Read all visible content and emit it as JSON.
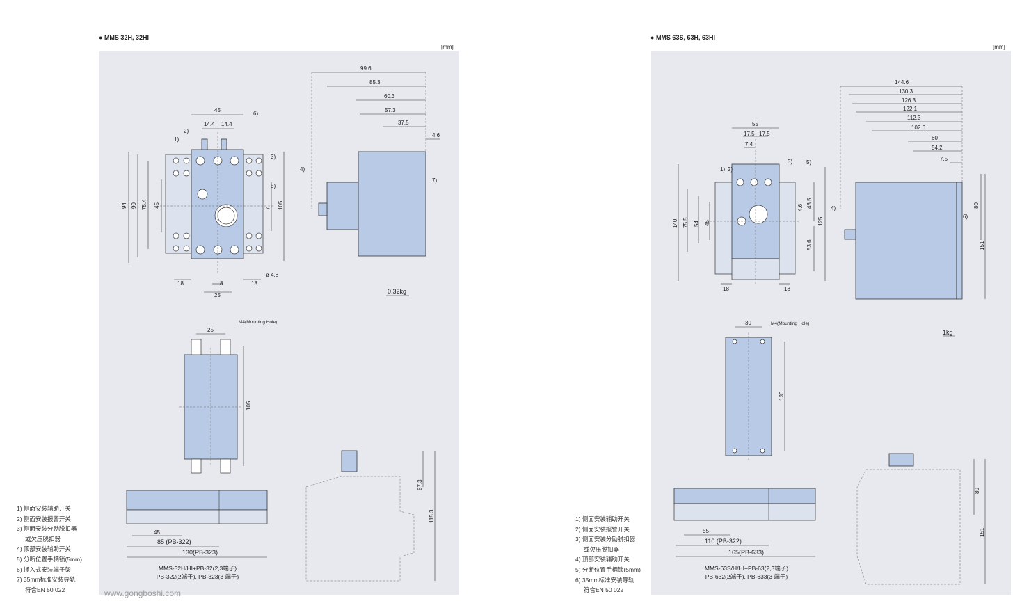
{
  "left": {
    "title": "MMS 32H, 32HI",
    "unit": "[mm]",
    "front_dims": [
      "45",
      "14.4",
      "14.4",
      "6)",
      "2)",
      "1)",
      "3)",
      "5)",
      "94",
      "90",
      "75.4",
      "45",
      "7",
      "105",
      "18",
      "8",
      "18",
      "25",
      "ø 4.8"
    ],
    "side_dims": [
      "99.6",
      "85.3",
      "60.3",
      "57.3",
      "37.5",
      "4.6",
      "4)",
      "7)"
    ],
    "weight": "0.32kg",
    "plate_dims": [
      "25",
      "M4(Mounting Hole)",
      "105"
    ],
    "busbar_dims": [
      "45",
      "85 (PB-322)",
      "130(PB-323)"
    ],
    "busbar_caption": [
      "MMS-32H/HI+PB-32(2,3端子)",
      "PB-322(2端子), PB-323(3 端子)"
    ],
    "busbar_side_dims": [
      "67.3",
      "115.3"
    ],
    "legend": [
      "1) 侧面安装辅助开关",
      "2) 侧面安装报警开关",
      "3) 侧面安装分励脱扣器",
      "或欠压脱扣器",
      "4) 顶部安装辅助开关",
      "5) 分断位置手柄锁(5mm)",
      "6) 插入式安装端子架",
      "7) 35mm标准安装导轨",
      "符合EN 50 022"
    ],
    "watermark": "www.gongboshi.com"
  },
  "right": {
    "title": "MMS 63S, 63H, 63HI",
    "unit": "[mm]",
    "front_dims": [
      "55",
      "17.5",
      "17.5",
      "7.4",
      "1)",
      "2)",
      "3)",
      "5)",
      "140",
      "75.5",
      "54",
      "45",
      "4.6",
      "48.5",
      "125",
      "53.6",
      "18",
      "18"
    ],
    "side_dims": [
      "144.6",
      "130.3",
      "126.3",
      "122.1",
      "112.3",
      "102.6",
      "60",
      "54.2",
      "7.5",
      "4)",
      "80",
      "6)",
      "151"
    ],
    "weight": "1kg",
    "plate_dims": [
      "30",
      "M4(Mounting Hole)",
      "130"
    ],
    "busbar_dims": [
      "55",
      "110 (PB-322)",
      "165(PB-633)"
    ],
    "busbar_caption": [
      "MMS-63S/H/HI+PB-63(2,3端子)",
      "PB-632(2端子), PB-633(3 端子)"
    ],
    "busbar_side_dims": [
      "80",
      "151"
    ],
    "legend": [
      "1) 侧面安装辅助开关",
      "2) 侧面安装报警开关",
      "3) 侧面安装分励脱扣器",
      "或欠压脱扣器",
      "4) 顶部安装辅助开关",
      "5) 分断位置手柄锁(5mm)",
      "6) 35mm标准安装导轨",
      "符合EN 50 022"
    ]
  }
}
